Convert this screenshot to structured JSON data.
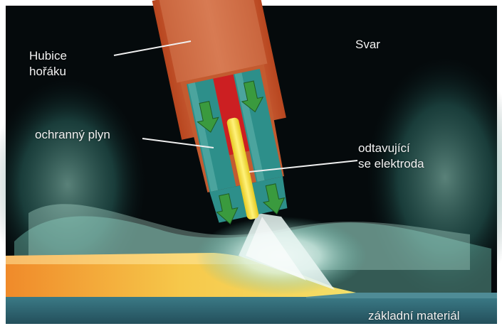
{
  "labels": {
    "torch_nozzle": [
      "Hubice",
      "hořáku"
    ],
    "shielding_gas": "ochranný plyn",
    "weld": "Svar",
    "electrode": [
      "odtavující",
      "se elektroda"
    ],
    "base_material": "základní materiál"
  },
  "colors": {
    "background": "#050a0c",
    "nozzle": "#c8582e",
    "gas": "#2d8f8a",
    "gas_arrows": "#3a9a3e",
    "contact_tip": "#cc1f22",
    "electrode": "#f4e23a",
    "arc_glow": "#e9f6f2",
    "weld_pool": "#f3b63a",
    "base_plate": "#2f6271"
  }
}
